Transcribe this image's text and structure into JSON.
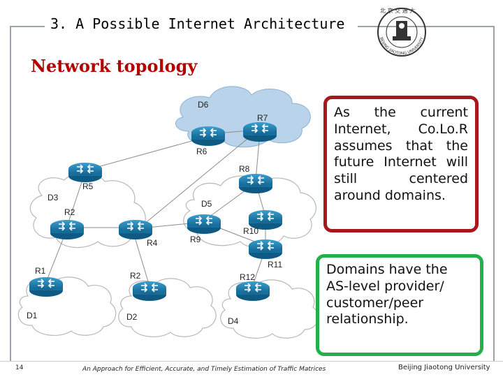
{
  "slide": {
    "title": "3. A Possible Internet Architecture",
    "subtitle": "Network topology",
    "number": "14",
    "footer_caption": "An Approach for Efficient, Accurate, and Timely Estimation of Traffic Matrices",
    "footer_university": "Beijing Jiaotong University"
  },
  "logo": {
    "icon": "university-seal",
    "text": "BEIJING JIAOTONG UNIVERSITY"
  },
  "diagram": {
    "domains": [
      {
        "id": "d6",
        "label": "D6"
      },
      {
        "id": "d3",
        "label": "D3"
      },
      {
        "id": "d5",
        "label": "D5"
      },
      {
        "id": "d1",
        "label": "D1"
      },
      {
        "id": "d2",
        "label": "D2"
      },
      {
        "id": "d4",
        "label": "D4"
      }
    ],
    "routers": [
      {
        "id": "r7",
        "label": "R7",
        "icon": "router-icon"
      },
      {
        "id": "r6",
        "label": "R6",
        "icon": "router-icon"
      },
      {
        "id": "r5",
        "label": "R5",
        "icon": "router-icon"
      },
      {
        "id": "r8",
        "label": "R8",
        "icon": "router-icon"
      },
      {
        "id": "r2a",
        "label": "R2",
        "icon": "router-icon"
      },
      {
        "id": "r4",
        "label": "R4",
        "icon": "router-icon"
      },
      {
        "id": "r9",
        "label": "R9",
        "icon": "router-icon"
      },
      {
        "id": "r10",
        "label": "R10",
        "icon": "router-icon"
      },
      {
        "id": "r11",
        "label": "R11",
        "icon": "router-icon"
      },
      {
        "id": "r1",
        "label": "R1",
        "icon": "router-icon"
      },
      {
        "id": "r2b",
        "label": "R2",
        "icon": "router-icon"
      },
      {
        "id": "r12",
        "label": "R12",
        "icon": "router-icon"
      }
    ]
  },
  "callouts": {
    "red_text": "As the current Internet, Co.Lo.R assumes that the future Internet will still centered around domains.",
    "green_text": "Domains have the AS-level provider/ customer/peer relationship."
  },
  "colors": {
    "callout_red": "#a8171e",
    "callout_green": "#22b04b",
    "subtitle": "#b30000",
    "cloud_d6": "#b9d3ea",
    "router": "#1f7fb0"
  }
}
